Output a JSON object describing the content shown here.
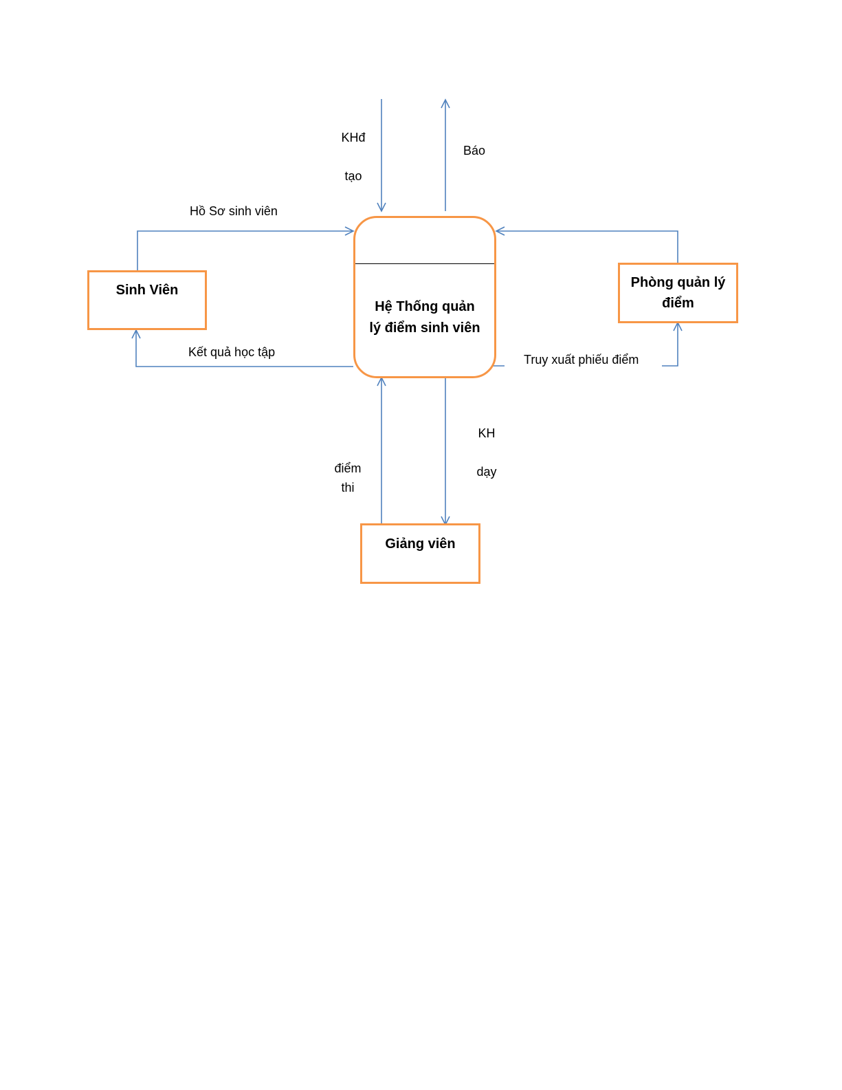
{
  "process": {
    "label_line1": "Hệ Thống quản",
    "label_line2": "lý điểm sinh viên"
  },
  "entities": {
    "sinh_vien": "Sinh Viên",
    "phong_line1": "Phòng quản lý",
    "phong_line2": "điểm",
    "giang_vien": "Giảng viên"
  },
  "flows": {
    "ho_so": "Hồ Sơ sinh viên",
    "ket_qua": "Kết quả học tập",
    "truy_xuat": "Truy xuất phiếu điểm",
    "kh_dao_tao_1": "KHđ",
    "kh_dao_tao_2": "tạo",
    "bao": "Báo",
    "diem_thi_1": "điểm",
    "diem_thi_2": "thi",
    "kh_day_1": "KH",
    "kh_day_2": "dạy"
  },
  "colors": {
    "entity_border": "#f79646",
    "arrow": "#4f81bd"
  }
}
